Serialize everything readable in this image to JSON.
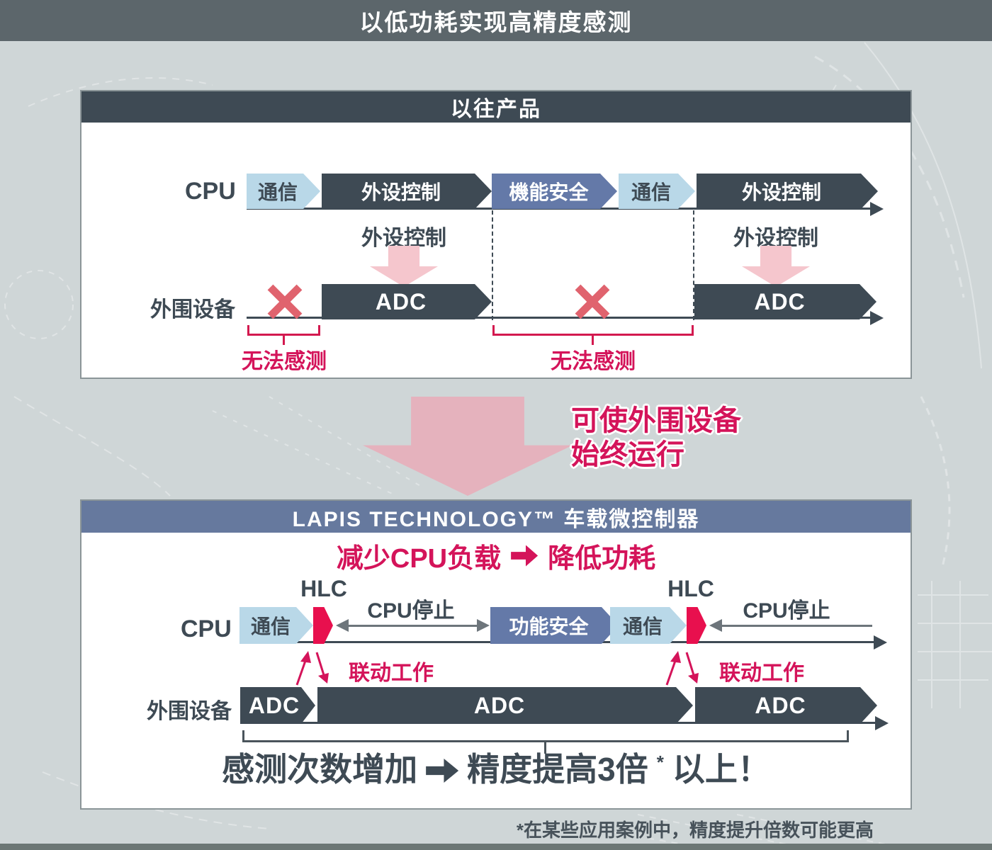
{
  "title_bar": {
    "text": "以低功耗实现高精度感测"
  },
  "colors": {
    "top_bar": "#5c666b",
    "background": "#cfd6d7",
    "dark_slate": "#3e4a54",
    "panel_new_header_blue": "#66799e",
    "comm_light_blue": "#b9d8e8",
    "safety_blue": "#6479a8",
    "crimson_text": "#d4145a",
    "hlc_marker_red": "#e8104e",
    "x_mark_red": "#e0636e",
    "pink_arrow": "#f5c6cd",
    "gray_arrow": "#6d757b"
  },
  "panel_old": {
    "header": "以往产品",
    "cpu_label": "CPU",
    "peripheral_label": "外围设备",
    "cpu_tasks": [
      {
        "label": "通信"
      },
      {
        "label": "外设控制"
      },
      {
        "label": "機能安全"
      },
      {
        "label": "通信"
      },
      {
        "label": "外设控制"
      }
    ],
    "control_callouts": [
      {
        "label": "外设控制"
      },
      {
        "label": "外设控制"
      }
    ],
    "adc_arrows": [
      {
        "label": "ADC"
      },
      {
        "label": "ADC"
      }
    ],
    "no_sensing": [
      {
        "label": "无法感测"
      },
      {
        "label": "无法感测"
      }
    ]
  },
  "transition": {
    "line1": "可使外围设备",
    "line2": "始终运行"
  },
  "panel_new": {
    "header": "LAPIS TECHNOLOGY™ 车载微控制器",
    "benefit_left": "减少CPU负载",
    "benefit_right": "降低功耗",
    "cpu_label": "CPU",
    "peripheral_label": "外围设备",
    "hlc": [
      {
        "label": "HLC"
      },
      {
        "label": "HLC"
      }
    ],
    "cpu_stop": [
      {
        "label": "CPU停止"
      },
      {
        "label": "CPU停止"
      }
    ],
    "cpu_tasks": [
      {
        "label": "通信"
      },
      {
        "label": "功能安全"
      },
      {
        "label": "通信"
      }
    ],
    "link_work": [
      {
        "label": "联动工作"
      },
      {
        "label": "联动工作"
      }
    ],
    "adc_arrows": [
      {
        "label": "ADC"
      },
      {
        "label": "ADC"
      },
      {
        "label": "ADC"
      }
    ],
    "result": {
      "left": "感测次数增加",
      "right": "精度提高3倍",
      "sup": "*",
      "tail": "以上！"
    }
  },
  "footnote": "*在某些应用案例中，精度提升倍数可能更高"
}
